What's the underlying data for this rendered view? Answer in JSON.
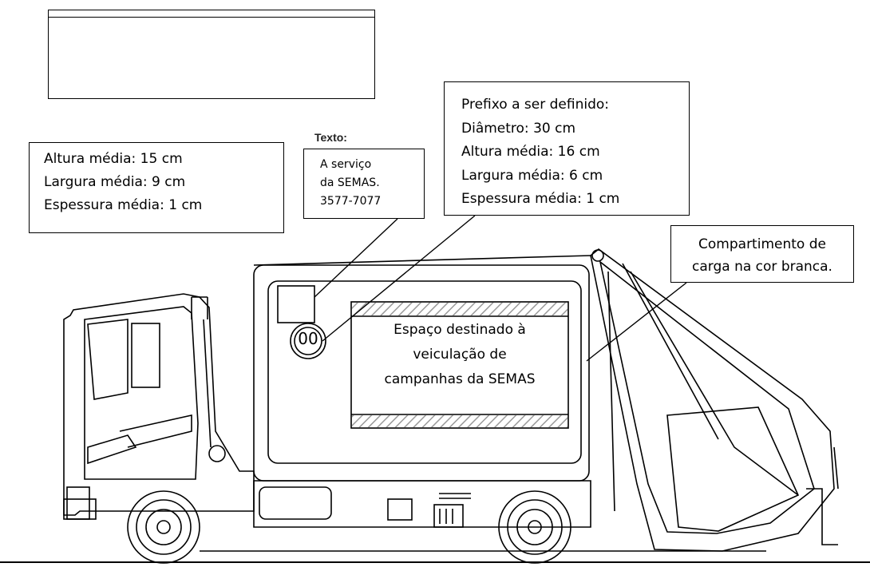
{
  "labels": {
    "texto_heading": "Texto:",
    "dims_left": [
      "Altura média: 15 cm",
      "Largura média: 9 cm",
      "Espessura média: 1 cm"
    ],
    "text_box": [
      "A serviço",
      "da SEMAS.",
      "3577-7077"
    ],
    "prefix_box": [
      "Prefixo a ser definido:",
      "Diâmetro: 30 cm",
      "Altura média: 16 cm",
      "Largura média: 6 cm",
      "Espessura média: 1 cm"
    ],
    "compartment_box": [
      "Compartimento de",
      "carga na cor branca."
    ],
    "banner": [
      "Espaço destinado à",
      "veiculação de",
      "campanhas da SEMAS"
    ],
    "prefix_number": "00",
    "top_box_text": ""
  },
  "colors": {
    "line": "#000000",
    "hatch": "#9a9a9a",
    "background": "#ffffff"
  }
}
